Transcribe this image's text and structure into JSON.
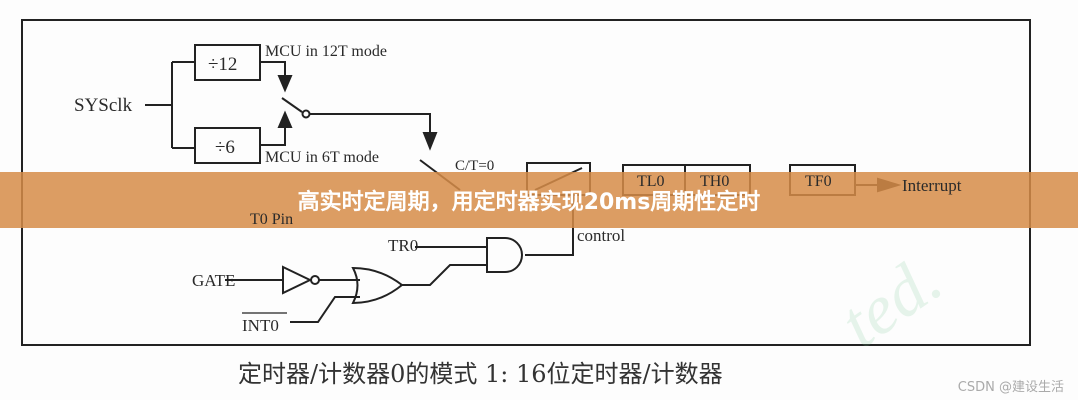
{
  "diagram": {
    "input": "SYSclk",
    "div12": "÷12",
    "div6": "÷6",
    "mode12": "MCU in 12T mode",
    "mode6": "MCU in 6T mode",
    "ct": "C/T=0",
    "pin": "T0 Pin",
    "tl0": "TL0",
    "th0": "TH0",
    "tf0": "TF0",
    "interrupt": "Interrupt",
    "control": "control",
    "tr0": "TR0",
    "gate": "GATE",
    "int0": "INT0"
  },
  "caption": "定时器/计数器0的模式 1: 16位定时器/计数器",
  "banner_title": "高实时定周期，用定时器实现20ms周期性定时",
  "watermark": "CSDN @建设生活",
  "watermark_bg": "ted."
}
